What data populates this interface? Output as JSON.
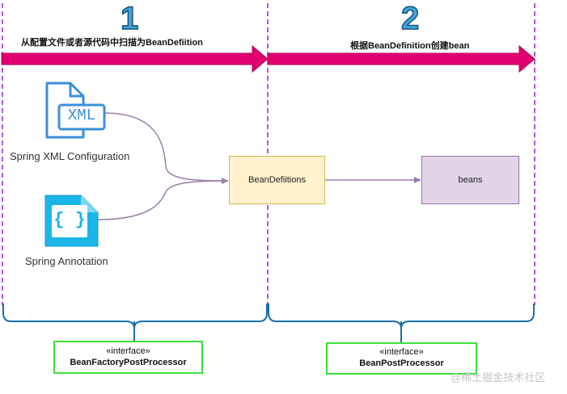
{
  "steps": [
    {
      "number": "1",
      "arrow_text": "从配置文件或者源代码中扫描为BeanDefiition"
    },
    {
      "number": "2",
      "arrow_text": "根据BeanDefinition创建bean"
    }
  ],
  "sources": [
    {
      "icon": "xml-file-icon",
      "icon_text": "XML",
      "caption": "Spring XML Configuration"
    },
    {
      "icon": "braces-file-icon",
      "icon_text": "{ }",
      "caption": "Spring Annotation"
    }
  ],
  "boxes": {
    "bean_definitions": "BeanDefiitions",
    "beans": "beans"
  },
  "interfaces": [
    {
      "stereotype": "«interface»",
      "name": "BeanFactoryPostProcessor"
    },
    {
      "stereotype": "«interface»",
      "name": "BeanPostProcessor"
    }
  ],
  "watermark": "@稀土掘金技术社区",
  "colors": {
    "arrow": "#e0006e",
    "divider": "#9b1fd1",
    "brace": "#1b6fa8",
    "icon": "#3b8fd9",
    "icon2": "#1ab6e8",
    "connector": "#9c7eaa",
    "bean_def_fill": "#fff2cc",
    "bean_def_border": "#d6b656",
    "beans_fill": "#e1d5e7",
    "beans_border": "#9673a6",
    "interface_border": "#3ce03c"
  }
}
